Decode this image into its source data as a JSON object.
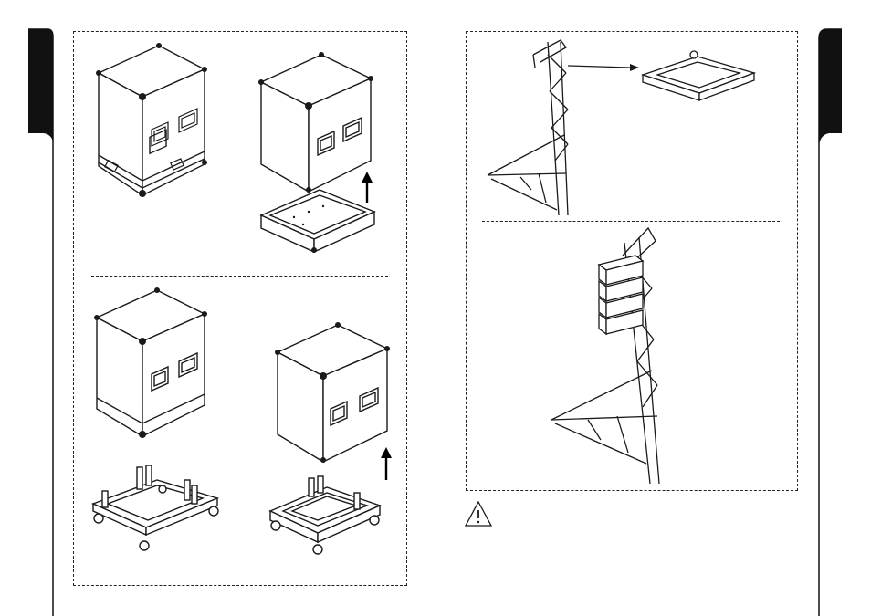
{
  "page": {
    "left_section": {
      "steps": [
        {
          "name": "case-closed-on-lid"
        },
        {
          "name": "case-lifted-from-tray"
        },
        {
          "name": "case-closed-on-dolly"
        },
        {
          "name": "case-lifted-from-dolly"
        }
      ]
    },
    "right_section": {
      "steps": [
        {
          "name": "stand-with-flybar-detail"
        },
        {
          "name": "stand-with-speaker-array"
        }
      ],
      "warning_text": ""
    }
  },
  "colors": {
    "ink": "#1a1a1a",
    "tab": "#111111",
    "background": "#ffffff"
  },
  "icons": [
    "warning-triangle-icon",
    "up-arrow-icon",
    "pointer-arrow-icon"
  ]
}
